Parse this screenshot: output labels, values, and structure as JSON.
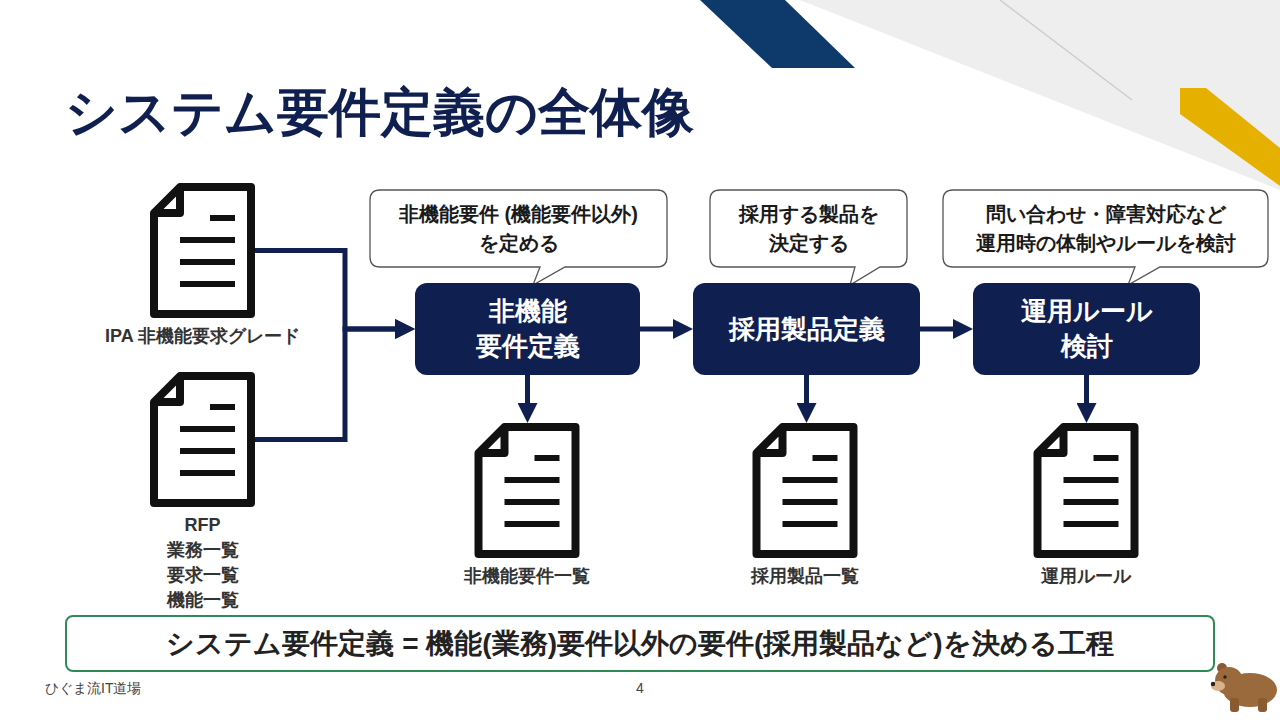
{
  "diagram": {
    "title": "システム要件定義の全体像",
    "nodes": [
      {
        "text": [
          "非機能要件 (機能要件以外)を定める"
        ]
      },
      {
        "text": [
          "採用する製品を 決定する"
        ]
      },
      {
        "text": [
          "問い合わせ・障害対応など 運用時の体制やルールを検討"
        ]
      },
      {
        "text": [
          "IPA 非機能要求グレード"
        ]
      },
      {
        "text": [
          "非機能 要件定義"
        ]
      },
      {
        "text": [
          "採用製品定義"
        ]
      },
      {
        "text": [
          "運用ルール 検討"
        ]
      },
      {
        "text": [
          "RFP 業務一覧 要求一覧 機能一覧"
        ]
      },
      {
        "text": [
          "非機能要件一覧"
        ]
      },
      {
        "text": [
          "採用製品一覧"
        ]
      },
      {
        "text": [
          "運用ルール"
        ]
      },
      {
        "text": [
          "システム要件定義 = 機能(業務)要件以外の要件(採用製品など)を決める工程"
        ]
      }
    ],
    "edges": [
      {
        "from": 3,
        "to": 4,
        "arrow": "to"
      },
      {
        "from": 7,
        "to": 4,
        "arrow": "to"
      },
      {
        "from": 4,
        "to": 5,
        "arrow": "to"
      },
      {
        "from": 5,
        "to": 6,
        "arrow": "to"
      },
      {
        "from": 4,
        "to": 8,
        "arrow": "to"
      },
      {
        "from": 5,
        "to": 9,
        "arrow": "to"
      },
      {
        "from": 6,
        "to": 10,
        "arrow": "to"
      }
    ],
    "labels": [
      "ひぐま流IT道場",
      "4"
    ]
  }
}
